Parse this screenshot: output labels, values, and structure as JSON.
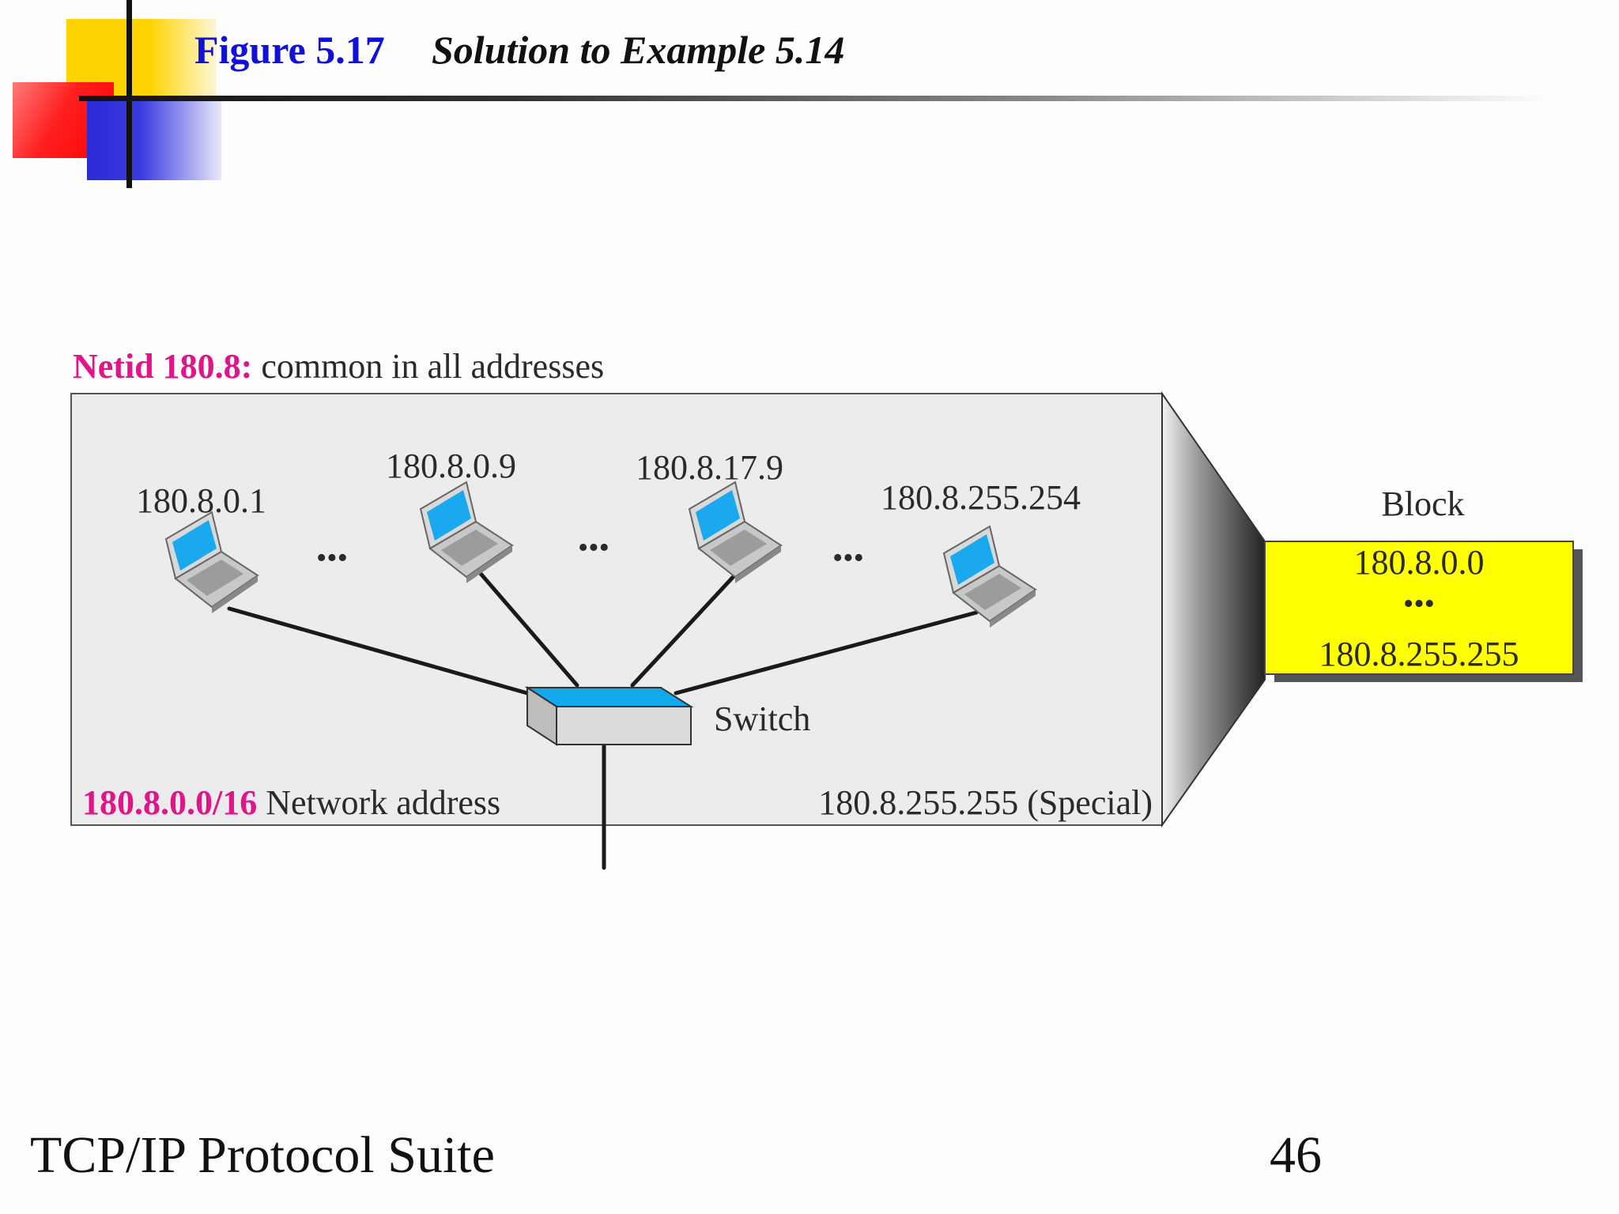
{
  "slide": {
    "figure_number": "Figure 5.17",
    "figure_title": "Solution to Example 5.14",
    "footer_title": "TCP/IP Protocol Suite",
    "page_number": "46"
  },
  "diagram": {
    "netid_prefix": "Netid 180.8:",
    "netid_text": " common in all addresses",
    "hosts": [
      {
        "address": "180.8.0.1"
      },
      {
        "address": "180.8.0.9"
      },
      {
        "address": "180.8.17.9"
      },
      {
        "address": "180.8.255.254"
      }
    ],
    "ellipsis": "•••",
    "switch_label": "Switch",
    "network_address": "180.8.0.0/16",
    "network_address_label": " Network address",
    "special_address": "180.8.255.255 (Special)",
    "block": {
      "title": "Block",
      "first": "180.8.0.0",
      "ellipsis": "•••",
      "last": "180.8.255.255"
    }
  },
  "colors": {
    "figure_number": "#1010d8",
    "highlight": "#e0158a",
    "block_fill": "#ffff00",
    "screen": "#1aa8ef",
    "switch_top": "#13a9ef"
  }
}
